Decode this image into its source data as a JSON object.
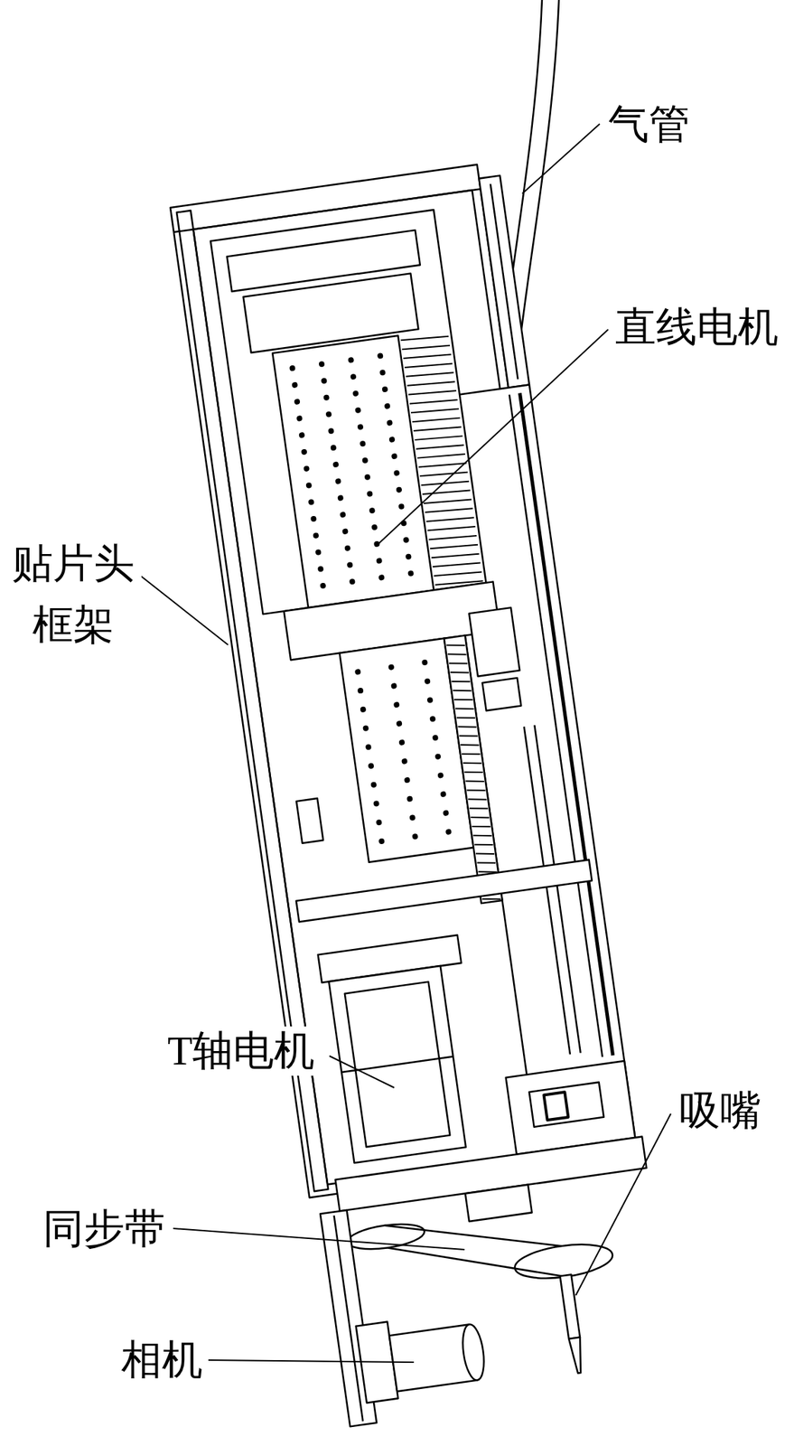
{
  "diagram": {
    "labels": [
      "气管",
      "直线电机",
      "贴片头 框架",
      "T轴电机",
      "吸嘴",
      "同步带",
      "相机"
    ]
  }
}
